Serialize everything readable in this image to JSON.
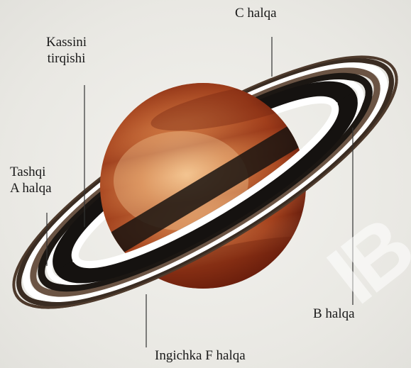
{
  "labels": {
    "c_ring": "C halqa",
    "cassini_division_line1": "Kassini",
    "cassini_division_line2": "tirqishi",
    "outer_a_ring_line1": "Tashqi",
    "outer_a_ring_line2": "A halqa",
    "b_ring": "B halqa",
    "thin_f_ring": "Ingichka F halqa"
  },
  "watermark": "IB",
  "colors": {
    "planet_light": "#e3a067",
    "planet_mid": "#b7532a",
    "planet_dark": "#6b1d0c",
    "ring_dark": "#1a1612",
    "ring_light": "#ffffff",
    "ring_band": "#5a4434",
    "background": "#efeeea"
  }
}
